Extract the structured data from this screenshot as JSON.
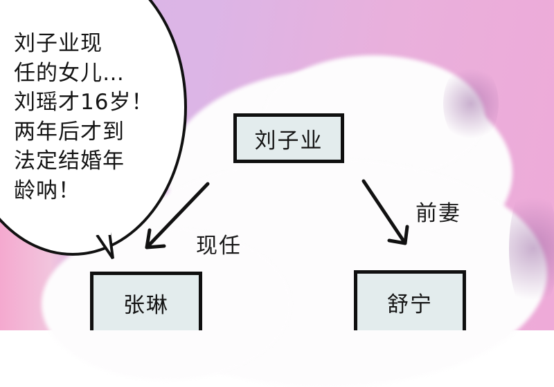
{
  "colors": {
    "background_top": "#dcb5e6",
    "background_right": "#eeaad8",
    "cloud": "#fdfcfd",
    "node_fill": "#e3eced",
    "ink": "#111111"
  },
  "speech_bubble": {
    "lines": [
      "刘子业现",
      "任的女儿…",
      "刘瑶才16岁！",
      "两年后才到",
      "法定结婚年",
      "龄呐！"
    ]
  },
  "diagram": {
    "nodes": {
      "top": "刘子业",
      "left": "张琳",
      "right": "舒宁"
    },
    "edges": {
      "left_label": "现任",
      "right_label": "前妻"
    }
  }
}
